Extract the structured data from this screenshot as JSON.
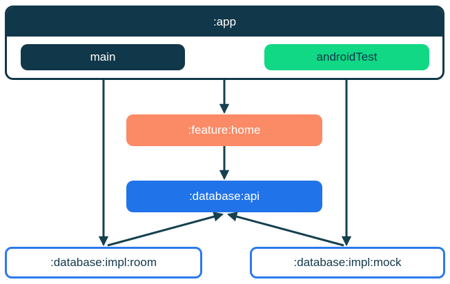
{
  "app": {
    "label": ":app",
    "source_sets": {
      "main": {
        "label": "main"
      },
      "android_test": {
        "label": "androidTest"
      }
    }
  },
  "nodes": {
    "feature_home": {
      "label": ":feature:home"
    },
    "database_api": {
      "label": ":database:api"
    },
    "database_impl_room": {
      "label": ":database:impl:room"
    },
    "database_impl_mock": {
      "label": ":database:impl:mock"
    }
  },
  "edges": [
    {
      "from": ":app main",
      "to": ":database:impl:room"
    },
    {
      "from": ":app",
      "to": ":feature:home"
    },
    {
      "from": ":app androidTest",
      "to": ":database:impl:mock"
    },
    {
      "from": ":feature:home",
      "to": ":database:api"
    },
    {
      "from": ":database:impl:room",
      "to": ":database:api"
    },
    {
      "from": ":database:impl:mock",
      "to": ":database:api"
    }
  ],
  "colors": {
    "navy": "#11374A",
    "green": "#10D885",
    "coral": "#FB8A66",
    "blue": "#2073E8",
    "border_blue": "#2B79EE",
    "arrow": "#14404F",
    "background": "#FFFFFF"
  }
}
